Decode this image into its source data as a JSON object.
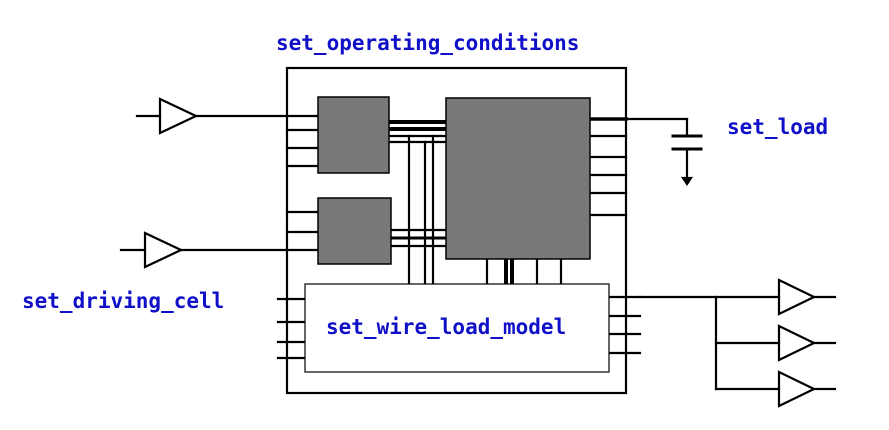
{
  "labels": {
    "operating_conditions": "set_operating_conditions",
    "load": "set_load",
    "driving_cell": "set_driving_cell",
    "wire_load_model": "set_wire_load_model"
  },
  "colors": {
    "label_text": "#1010c8",
    "block_fill": "#787878",
    "wire": "#000000",
    "background": "#ffffff"
  }
}
